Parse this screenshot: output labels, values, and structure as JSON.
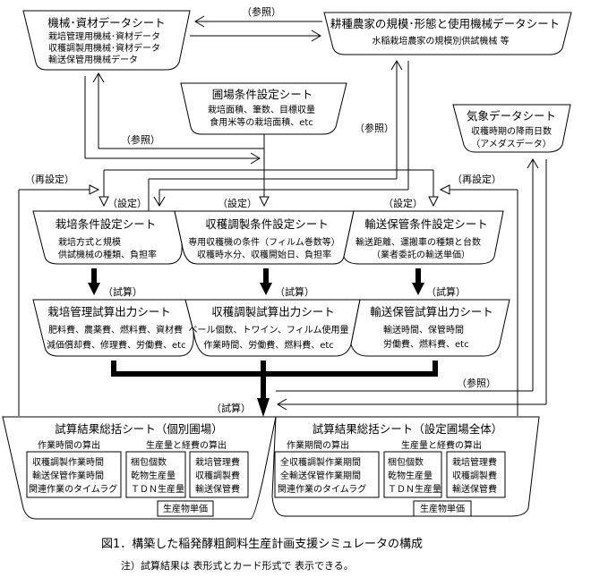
{
  "sheets": {
    "machine_data": {
      "title": "機械･資材データシート",
      "lines": [
        "栽培管理用機械･資材データ",
        "収穫調製用機械･資材データ",
        "輸送保管用機械データ"
      ]
    },
    "farmer_data": {
      "title": "耕種農家の規模･形態と使用機械データシート",
      "lines": [
        "水稲栽培農家の規模別供試機械 等"
      ]
    },
    "field_setting": {
      "title": "圃場条件設定シート",
      "lines": [
        "栽培面積、筆数、目標収量",
        "食用米等の栽培面積、etc"
      ]
    },
    "weather_data": {
      "title": "気象データシート",
      "lines": [
        "収穫時期の降雨日数",
        "（アメダスデータ）"
      ]
    },
    "cultivation_setting": {
      "title": "栽培条件設定シート",
      "lines": [
        "栽培方式と規模",
        "供試機械の種類、負担率"
      ]
    },
    "harvest_setting": {
      "title": "収穫調製条件設定シート",
      "lines": [
        "専用収穫機の条件（フィルム巻数等）",
        "収穫時水分、収穫開始日、負担率"
      ]
    },
    "transport_setting": {
      "title": "輸送保管条件設定シート",
      "lines": [
        "輸送距離、運搬車の種類と台数",
        "（業者委託の輸送単価）"
      ]
    },
    "cultivation_output": {
      "title": "栽培管理試算出力シート",
      "lines": [
        "肥料費、農薬費、燃料費、資材費",
        "減価償却費、修理費、労働費、etc"
      ]
    },
    "harvest_output": {
      "title": "収穫調製試算出力シート",
      "lines": [
        "ベール個数、トワイン、フィルム使用量",
        "作業時間、労働費、燃料費、etc"
      ]
    },
    "transport_output": {
      "title": "輸送保管試算出力シート",
      "lines": [
        "輸送時間、保管時間",
        "労働費、燃料費、etc"
      ]
    },
    "summary_individual": {
      "title": "試算結果総括シート（個別圃場）",
      "section_time": "作業時間の算出",
      "section_cost": "生産量と経費の算出",
      "box_time": [
        "収穫調製作業時間",
        "輸送保管作業時間",
        "関連作業のタイムラグ"
      ],
      "box_prod": [
        "梱包個数",
        "乾物生産量",
        "ＴＤＮ生産量"
      ],
      "box_cost": [
        "栽培管理費",
        "収穫調製費",
        "輸送保管費"
      ],
      "box_unit": "生産物単価"
    },
    "summary_all": {
      "title": "試算結果総括シート（設定圃場全体）",
      "section_time": "作業期間の算出",
      "section_cost": "生産量と経費の算出",
      "box_time": [
        "全収穫調製作業期間",
        "全輸送保管作業期間",
        "関連作業のタイムラグ"
      ],
      "box_prod": [
        "梱包個数",
        "乾物生産量",
        "ＴＤＮ生産量"
      ],
      "box_cost": [
        "栽培管理費",
        "収穫調製費",
        "輸送保管費"
      ],
      "box_unit": "生産物単価"
    }
  },
  "labels": {
    "reference": "（参照）",
    "setting": "（設定）",
    "resetting": "（再設定）",
    "calculation": "（試算）"
  },
  "caption": "図1．構築した稲発酵粗飼料生産計画支援シミュレータの構成",
  "note": "注）試算結果は 表形式とカード形式で 表示できる。"
}
